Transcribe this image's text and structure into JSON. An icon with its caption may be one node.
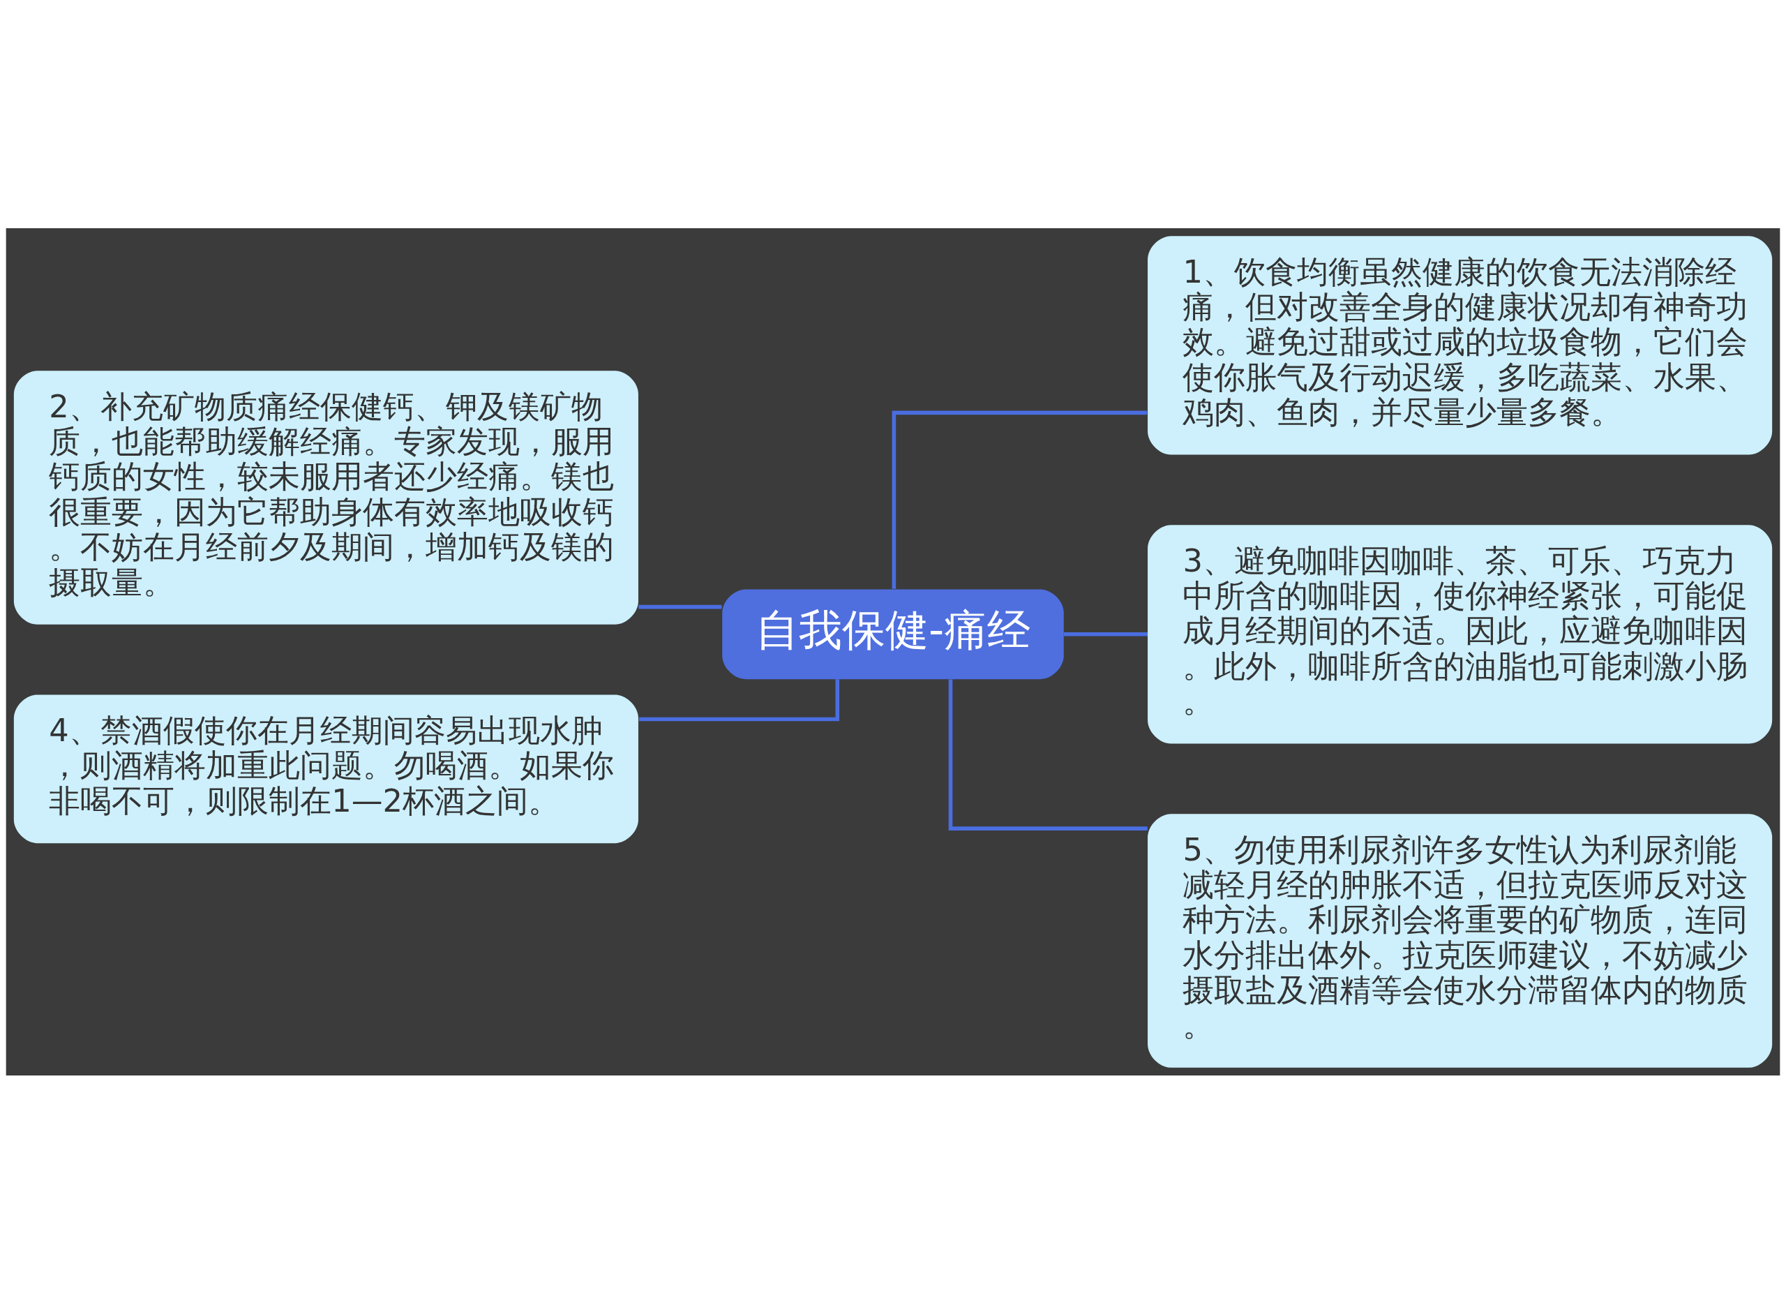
{
  "diagram": {
    "nodes": [
      {
        "text": [
          "自我保健-痛经"
        ]
      },
      {
        "text": [
          "1、饮食均衡虽然健康的饮食无法消除经痛，但对改善全身的健康状况却有神奇功效。避免过甜或过咸的垃圾食物，它们会使你胀气及行动迟缓，多吃蔬菜、水果、鸡肉、鱼肉，并尽量少量多餐。"
        ]
      },
      {
        "text": [
          "2、补充矿物质痛经保健钙、钾及镁矿物质，也能帮助缓解经痛。专家发现，服用钙质的女性，较未服用者还少经痛。镁也很重要，因为它帮助身体有效率地吸收钙。不妨在月经前夕及期间，增加钙及镁的摄取量。"
        ]
      },
      {
        "text": [
          "3、避免咖啡因咖啡、茶、可乐、巧克力中所含的咖啡因，使你神经紧张，可能促成月经期间的不适。因此，应避免咖啡因。此外，咖啡所含的油脂也可能刺激小肠。"
        ]
      },
      {
        "text": [
          "4、禁酒假使你在月经期间容易出现水肿，则酒精将加重此问题。勿喝酒。如果你非喝不可，则限制在1—2杯酒之间。"
        ]
      },
      {
        "text": [
          "5、勿使用利尿剂许多女性认为利尿剂能减轻月经的肿胀不适，但拉克医师反对这种方法。利尿剂会将重要的矿物质，连同水分排出体外。拉克医师建议，不妨减少摄取盐及酒精等会使水分滞留体内的物质。"
        ]
      }
    ],
    "edges": [
      {
        "from": 0,
        "to": 1,
        "arrow": "none"
      },
      {
        "from": 0,
        "to": 2,
        "arrow": "none"
      },
      {
        "from": 0,
        "to": 3,
        "arrow": "none"
      },
      {
        "from": 0,
        "to": 4,
        "arrow": "none"
      },
      {
        "from": 0,
        "to": 5,
        "arrow": "none"
      }
    ]
  }
}
